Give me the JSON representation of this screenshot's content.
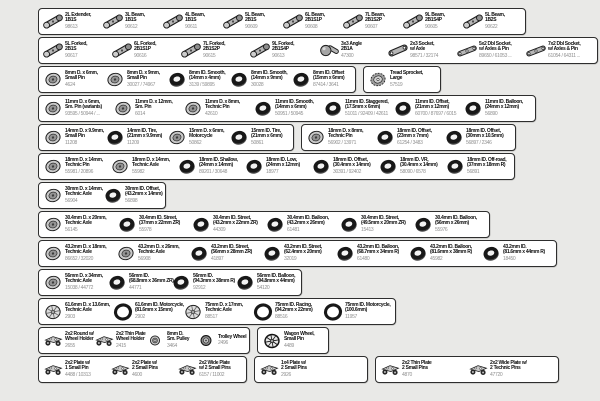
{
  "colors": {
    "background": "#e9e9e7",
    "box_background": "#ffffff",
    "box_border": "#2e2e2e",
    "label_text": "#0d0d0d",
    "number_text": "#8f8f8f"
  },
  "rows": [
    {
      "boxes": [
        {
          "cells": [
            {
              "icon": "link-icon",
              "l1": "2L Extender,",
              "l2": "1B1S",
              "num": "98613"
            },
            {
              "icon": "link-icon",
              "l1": "3L Beam,",
              "l2": "1B1S",
              "num": "90612"
            },
            {
              "icon": "link-icon",
              "l1": "4L Beam,",
              "l2": "1B1S",
              "num": "90611"
            },
            {
              "icon": "link-icon",
              "l1": "5L Beam,",
              "l2": "2B1S",
              "num": "90609"
            },
            {
              "icon": "link-icon",
              "l1": "6L Beam,",
              "l2": "2B1S1P",
              "num": "90608"
            },
            {
              "icon": "link-icon",
              "l1": "7L Beam,",
              "l2": "2B1S2P",
              "num": "90607"
            },
            {
              "icon": "link-icon",
              "l1": "9L Beam,",
              "l2": "2B1S4P",
              "num": "90605"
            },
            {
              "icon": "link-icon",
              "l1": "5L Beam,",
              "l2": "1B2S",
              "num": "90622"
            }
          ]
        }
      ]
    },
    {
      "boxes": [
        {
          "cells": [
            {
              "icon": "link-icon",
              "l1": "5L Forked,",
              "l2": "2B1S",
              "num": "90617"
            },
            {
              "icon": "link-icon",
              "l1": "6L Forked,",
              "l2": "2B1S1P",
              "num": "90616"
            },
            {
              "icon": "link-icon",
              "l1": "7L Forked,",
              "l2": "2B1S2P",
              "num": "90615"
            },
            {
              "icon": "link-icon",
              "l1": "9L Forked,",
              "l2": "2B1S4P",
              "num": "90613"
            },
            {
              "icon": "ball-angle-icon",
              "l1": "3x3 Angle",
              "l2": "2B1A",
              "num": "47300"
            },
            {
              "icon": "socket-icon",
              "l1": "2x3 Socket,",
              "l2": "w/ Axle",
              "num": "98571 / 32174"
            },
            {
              "icon": "dbl-socket-icon",
              "l1": "5x2 Dbl Socket,",
              "l2": "w/ Axles & Pin",
              "num": "89650 / 61053 ..."
            },
            {
              "icon": "dbl-socket-icon",
              "l1": "7x2 Dbl Socket,",
              "l2": "w/ Axles & Pin",
              "num": "61054 / 64311 ..."
            }
          ]
        }
      ]
    },
    {
      "boxes": [
        {
          "cells": [
            {
              "icon": "wheel-icon",
              "l1": "8mm D. x 6mm,",
              "l2": "Small Pin",
              "num": "4624"
            },
            {
              "icon": "wheel-icon",
              "l1": "8mm D. x 9mm,",
              "l2": "Small Pin",
              "num": "30027 / 74967"
            },
            {
              "icon": "tire-icon",
              "l1": "8mm ID. Smooth,",
              "l2": "(14mm x 4mm)",
              "num": "3139 / 59895"
            },
            {
              "icon": "tire-icon",
              "l1": "8mm ID. Smooth,",
              "l2": "(14mm x 9mm)",
              "num": "30028"
            },
            {
              "icon": "tire-icon",
              "l1": "8mm ID. Offset",
              "l2": "(15mm x 6mm)",
              "num": "87414 / 3641"
            }
          ]
        },
        {
          "cells": [
            {
              "icon": "sprocket-icon",
              "l1": "Tread Sprocket,",
              "l2": "Large",
              "num": "57519"
            }
          ]
        }
      ]
    },
    {
      "boxes": [
        {
          "cells": [
            {
              "icon": "wheel-icon",
              "l1": "11mm D. x 6mm,",
              "l2": "Sm. Pin (variants)",
              "num": "93595 / 50944 / ..."
            },
            {
              "icon": "wheel-icon",
              "l1": "11mm D. x 12mm,",
              "l2": "Sm. Pin",
              "num": "6014"
            },
            {
              "icon": "wheel-icon",
              "l1": "11mm D. x 8mm,",
              "l2": "Technic Pin",
              "num": "42610"
            },
            {
              "icon": "tire-icon",
              "l1": "11mm ID. Smooth,",
              "l2": "(14mm x 6mm)",
              "num": "50951 / 50945"
            },
            {
              "icon": "tire-icon",
              "l1": "11mm ID. Staggered,",
              "l2": "(17.5mm x 6mm)",
              "num": "51011 / 92409 / 42611"
            },
            {
              "icon": "tire-icon",
              "l1": "11mm ID. Offset,",
              "l2": "(21mm x 12mm)",
              "num": "60700 / 87697 / 6015"
            },
            {
              "icon": "tire-icon",
              "l1": "11mm ID. Balloon,",
              "l2": "(24mm x 12mm)",
              "num": "56890"
            }
          ]
        }
      ]
    },
    {
      "boxes": [
        {
          "cells": [
            {
              "icon": "wheel-icon",
              "l1": "14mm D. x 9.9mm,",
              "l2": "Small Pin",
              "num": "11208"
            },
            {
              "icon": "tire-icon",
              "l1": "14mm ID. Tire,",
              "l2": "(21mm x 9.9mm)",
              "num": "11209"
            },
            {
              "icon": "wheel-icon",
              "l1": "15mm D. x 6mm,",
              "l2": "Motorcycle",
              "num": "50862"
            },
            {
              "icon": "tire-icon",
              "l1": "15mm ID. Tire,",
              "l2": "(21mm x 6mm)",
              "num": "50861"
            }
          ]
        },
        {
          "cells": [
            {
              "icon": "wheel-icon",
              "l1": "18mm D. x 8mm,",
              "l2": "Technic Pin",
              "num": "56902 / 13971"
            },
            {
              "icon": "tire-icon",
              "l1": "18mm ID. Offset,",
              "l2": "(23mm x 7mm)",
              "num": "61254 / 3483"
            },
            {
              "icon": "tire-icon",
              "l1": "18mm ID. Offset,",
              "l2": "(30mm x 10.5mm)",
              "num": "56897 / 2346"
            }
          ]
        }
      ]
    },
    {
      "boxes": [
        {
          "cells": [
            {
              "icon": "wheel-icon",
              "l1": "18mm D. x 14mm,",
              "l2": "Technic Pin",
              "num": "55981 / 20896"
            },
            {
              "icon": "wheel-icon",
              "l1": "18mm D. x 14mm,",
              "l2": "Technic Axle",
              "num": "55982"
            },
            {
              "icon": "tire-icon",
              "l1": "18mm ID. Shallow,",
              "l2": "(24mm x 14mm)",
              "num": "89201 / 30648"
            },
            {
              "icon": "tire-icon",
              "l1": "18mm ID. Low,",
              "l2": "(24mm x 12mm)",
              "num": "18977"
            },
            {
              "icon": "tire-icon",
              "l1": "18mm ID. Offset,",
              "l2": "(30.4mm x 14mm)",
              "num": "30391 / 92402"
            },
            {
              "icon": "tire-icon",
              "l1": "18mm ID. VR,",
              "l2": "(30.4mm x 14mm)",
              "num": "58090 / 6578"
            },
            {
              "icon": "tire-icon",
              "l1": "18mm ID. Off-road,",
              "l2": "(37mm x 18mm R)",
              "num": "56891"
            }
          ]
        }
      ]
    },
    {
      "boxes": [
        {
          "cells": [
            {
              "icon": "wheel-icon",
              "l1": "30mm D. x 14mm,",
              "l2": "Technic Axle",
              "num": "56904"
            },
            {
              "icon": "tire-icon",
              "l1": "30mm ID. Offset,",
              "l2": "(43.2mm x 14mm)",
              "num": "56898"
            }
          ]
        }
      ]
    },
    {
      "boxes": [
        {
          "cells": [
            {
              "icon": "wheel-icon",
              "l1": "30.4mm D. x 20mm,",
              "l2": "Technic Axle",
              "num": "56145"
            },
            {
              "icon": "tire-icon",
              "l1": "30.4mm ID. Street,",
              "l2": "(37mm x 22mm ZR)",
              "num": "55978"
            },
            {
              "icon": "tire-icon",
              "l1": "30.4mm ID. Street,",
              "l2": "(43.2mm x 22mm ZR)",
              "num": "44309"
            },
            {
              "icon": "tire-icon",
              "l1": "30.4mm ID. Balloon,",
              "l2": "(43.2mm x 26mm)",
              "num": "61481"
            },
            {
              "icon": "tire-icon",
              "l1": "30.4mm ID. Street,",
              "l2": "(49.5mm x 20mm ZR)",
              "num": "15413"
            },
            {
              "icon": "tire-icon",
              "l1": "30.4mm ID. Balloon,",
              "l2": "(56mm x 26mm)",
              "num": "55976"
            }
          ]
        }
      ]
    },
    {
      "boxes": [
        {
          "cells": [
            {
              "icon": "wheel-icon",
              "l1": "43.2mm D. x 18mm,",
              "l2": "Technic Axle",
              "num": "86652 / 32020"
            },
            {
              "icon": "wheel-icon",
              "l1": "43.2mm D. x 26mm,",
              "l2": "Technic Axle",
              "num": "56908"
            },
            {
              "icon": "tire-icon",
              "l1": "43.2mm ID. Street,",
              "l2": "(56mm x 28mm ZR)",
              "num": "41897"
            },
            {
              "icon": "tire-icon",
              "l1": "43.2mm ID. Street,",
              "l2": "(62.4mm x 20mm)",
              "num": "32019"
            },
            {
              "icon": "tire-icon",
              "l1": "43.2mm ID. Balloon,",
              "l2": "(68.7mm x 34mm R)",
              "num": "61480"
            },
            {
              "icon": "tire-icon",
              "l1": "43.2mm ID. Balloon,",
              "l2": "(81.6mm x 38mm R)",
              "num": "45982"
            },
            {
              "icon": "tire-icon",
              "l1": "43.2mm ID.",
              "l2": "(81.6mm x 44mm R)",
              "num": "18450"
            }
          ]
        }
      ]
    },
    {
      "boxes": [
        {
          "cells": [
            {
              "icon": "wheel-icon",
              "l1": "56mm D. x 34mm,",
              "l2": "Technic Axle",
              "num": "15038 / 44772"
            },
            {
              "icon": "tire-icon",
              "l1": "56mm ID.",
              "l2": "(68.8mm x 36mm ZR)",
              "num": "44771"
            },
            {
              "icon": "tire-icon",
              "l1": "56mm ID.",
              "l2": "(94.3mm x 38mm R)",
              "num": "92912"
            },
            {
              "icon": "tire-icon",
              "l1": "56mm ID. Balloon,",
              "l2": "(94.8mm x 44mm)",
              "num": "54120"
            }
          ]
        }
      ]
    },
    {
      "boxes": [
        {
          "cells": [
            {
              "icon": "spoked-wheel-icon",
              "l1": "61.6mm D. x 13.6mm,",
              "l2": "Technic Axle",
              "num": "2903"
            },
            {
              "icon": "ring-tire-icon",
              "l1": "61.6mm ID. Motorcycle,",
              "l2": "(81.6mm x 15mm)",
              "num": "2902"
            },
            {
              "icon": "spoked-wheel-icon",
              "l1": "75mm D. x 17mm,",
              "l2": "Technic Axle",
              "num": "88517"
            },
            {
              "icon": "ring-tire-icon",
              "l1": "75mm ID. Racing,",
              "l2": "(94.2mm x 22mm)",
              "num": "88516"
            },
            {
              "icon": "ring-tire-icon",
              "l1": "75mm ID. Motorcycle,",
              "l2": "(100.6mm)",
              "num": "11957"
            }
          ]
        }
      ]
    },
    {
      "boxes": [
        {
          "cells": [
            {
              "icon": "plate-icon",
              "l1": "2x2 Round w/",
              "l2": "Wheel Holder",
              "num": "2655"
            },
            {
              "icon": "plate-icon",
              "l1": "2x2 Thin Plate",
              "l2": "Wheel Holder",
              "num": "2415"
            },
            {
              "icon": "pulley-icon",
              "l1": "8mm D.",
              "l2": "Sm. Pulley",
              "num": "3464"
            },
            {
              "icon": "trolley-wheel-icon",
              "l1": "Trolley Wheel",
              "l2": "",
              "num": "2496"
            }
          ]
        },
        {
          "cells": [
            {
              "icon": "wagon-wheel-icon",
              "l1": "Wagon Wheel,",
              "l2": "Small Pin",
              "num": "4489"
            }
          ]
        }
      ]
    },
    {
      "boxes": [
        {
          "cells": [
            {
              "icon": "plate-icon",
              "l1": "2x2 Plate w/",
              "l2": "1 Small Pin",
              "num": "4488 / 10313"
            },
            {
              "icon": "plate-icon",
              "l1": "2x2 Plate w/",
              "l2": "2 Small Pins",
              "num": "4600"
            },
            {
              "icon": "plate-icon",
              "l1": "2x2 Wide Plate",
              "l2": "w/ 2 Small Pins",
              "num": "6157 / 11002"
            }
          ]
        },
        {
          "cells": [
            {
              "icon": "plate-icon",
              "l1": "1x4 Plate w/",
              "l2": "2 Small Pins",
              "num": "2926"
            }
          ]
        },
        {
          "cells": [
            {
              "icon": "plate-icon",
              "l1": "2x2 Thin Plate",
              "l2": "2 Small Pins",
              "num": "4870"
            },
            {
              "icon": "plate-icon",
              "l1": "2x2 Wide Plate w/",
              "l2": "2 Technic Pins",
              "num": "47720"
            }
          ]
        }
      ]
    }
  ]
}
